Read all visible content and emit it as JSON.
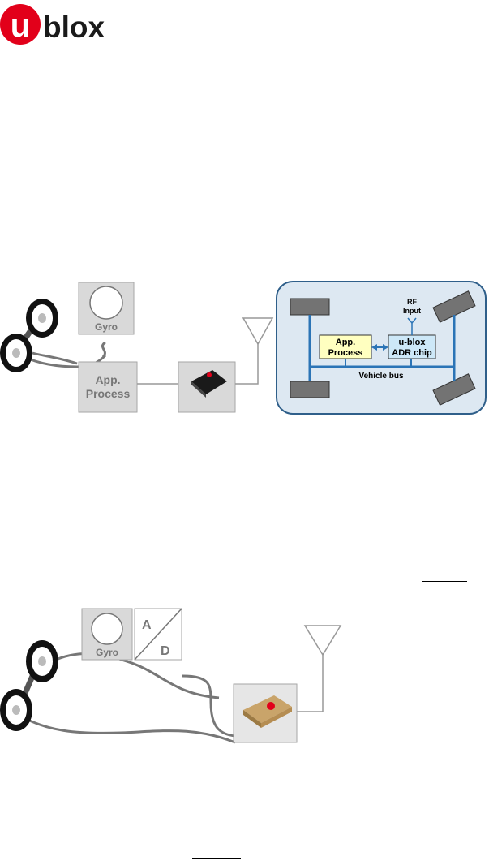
{
  "logo": {
    "text": "blox",
    "letter": "u",
    "color": "#e2001a"
  },
  "figure1": {
    "gyro_label": "Gyro",
    "app_process_label": [
      "App.",
      "Process"
    ],
    "inset": {
      "rf_input_label": [
        "RF",
        "Input"
      ],
      "app_process_label": [
        "App.",
        "Process"
      ],
      "adr_chip_label": [
        "u-blox",
        "ADR chip"
      ],
      "vehicle_bus_label": "Vehicle bus"
    }
  },
  "figure2": {
    "gyro_label": "Gyro",
    "adc_labels": [
      "A",
      "D"
    ]
  },
  "colors": {
    "box_gray": "#d9d9d9",
    "box_border": "#a6a6a6",
    "inset_bg": "#dde8f2",
    "inset_border": "#2f5f8a",
    "bus_blue": "#2b74b6",
    "app_yellow": "#ffffc0",
    "adr_blue": "#cde8f8"
  }
}
